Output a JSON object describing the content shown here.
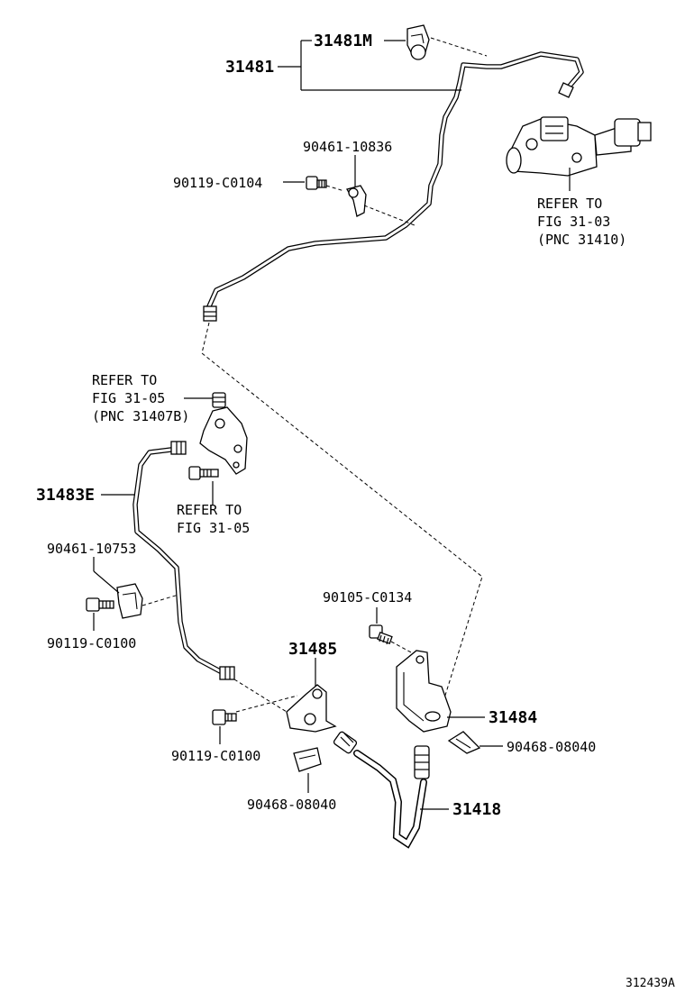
{
  "labels": {
    "p31481M": "31481M",
    "p31481": "31481",
    "p90461_10836": "90461-10836",
    "p90119_C0104": "90119-C0104",
    "refer_1_line1": "REFER TO",
    "refer_1_line2": "FIG 31-03",
    "refer_1_line3": "(PNC 31410)",
    "refer_2_line1": "REFER TO",
    "refer_2_line2": "FIG 31-05",
    "refer_2_line3": "(PNC 31407B)",
    "p31483E": "31483E",
    "refer_3_line1": "REFER TO",
    "refer_3_line2": "FIG 31-05",
    "p90461_10753": "90461-10753",
    "p90119_C0100_a": "90119-C0100",
    "p90105_C0134": "90105-C0134",
    "p31485": "31485",
    "p31484": "31484",
    "p90468_08040_a": "90468-08040",
    "p90119_C0100_b": "90119-C0100",
    "p90468_08040_b": "90468-08040",
    "p31418": "31418",
    "figure_id": "312439A"
  }
}
